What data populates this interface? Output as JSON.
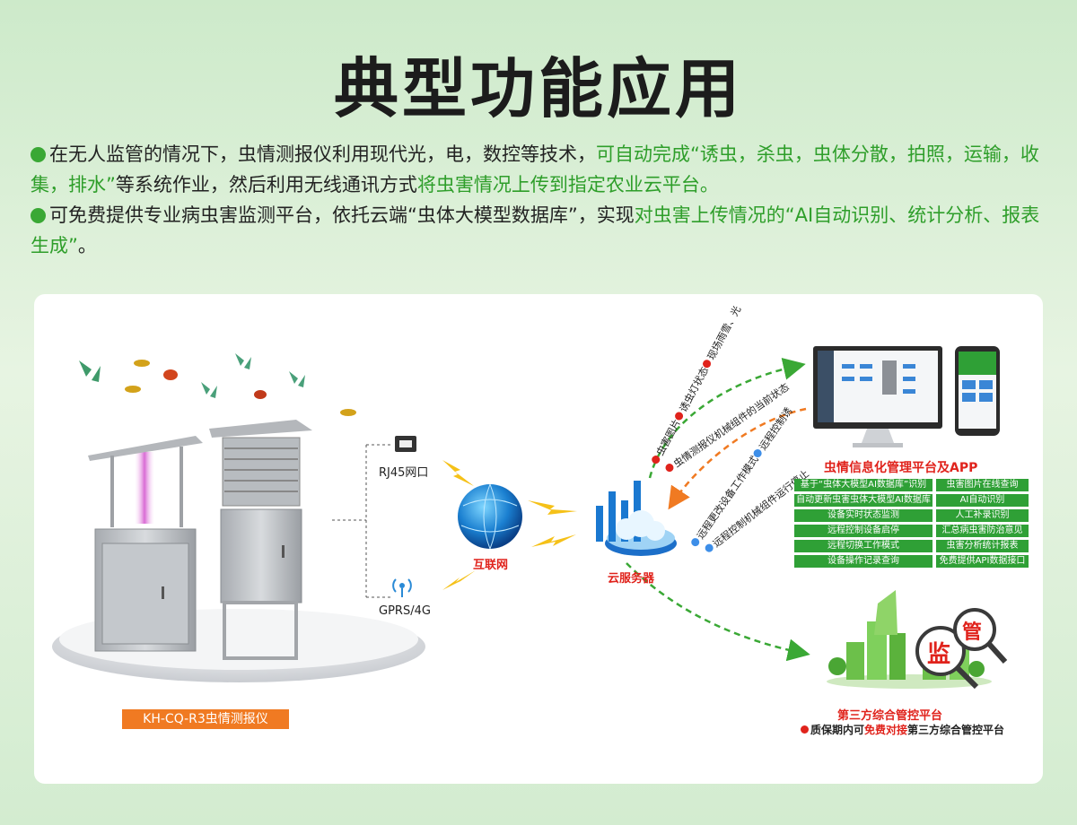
{
  "title": "典型功能应用",
  "intro": {
    "p1": {
      "a": "在无人监管的情况下，虫情测报仪利用现代光，电，数控等技术，",
      "b": "可自动完成“诱虫，杀虫，虫体分散，拍照，运输，收集，排水”",
      "c": "等系统作业，然后利用无线通讯方式",
      "d": "将虫害情况上传到指定农业云平台。"
    },
    "p2": {
      "a": "可免费提供专业病虫害监测平台，依托云端“虫体大模型数据库”，实现",
      "b": "对虫害上传情况的“AI自动识别、统计分析、报表生成”",
      "c": "。"
    }
  },
  "diagram": {
    "device_label": "KH-CQ-R3虫情测报仪",
    "rj45_label": "RJ45网口",
    "gprs_label": "GPRS/4G",
    "internet_label": "互联网",
    "cloud_label": "云服务器",
    "upload": {
      "a1": "虫害图片",
      "a2": "诱虫灯状态",
      "a3": "现场雨雪、光",
      "b1": "虫情测报仪机械组件的当前状态"
    },
    "control": {
      "a1": "远程更改设备工作模式",
      "a2": "远程控制诱",
      "b1": "远程控制机械组件运行停止"
    },
    "platform_title": "虫情信息化管理平台及APP",
    "features": [
      [
        "基于“虫体大模型AI数据库”识别",
        "虫害图片在线查询"
      ],
      [
        "自动更新虫害虫体大模型AI数据库",
        "AI自动识别"
      ],
      [
        "设备实时状态监测",
        "人工补录识别"
      ],
      [
        "远程控制设备启停",
        "汇总病虫害防治意见"
      ],
      [
        "远程切换工作模式",
        "虫害分析统计报表"
      ],
      [
        "设备操作记录查询",
        "免费提供API数据接口"
      ]
    ],
    "supervise": {
      "c1": "监",
      "c2": "管"
    },
    "third_title": "第三方综合管控平台",
    "third_note": {
      "a": "质保期内可",
      "b": "免费对接",
      "c": "第三方综合管控平台"
    }
  }
}
